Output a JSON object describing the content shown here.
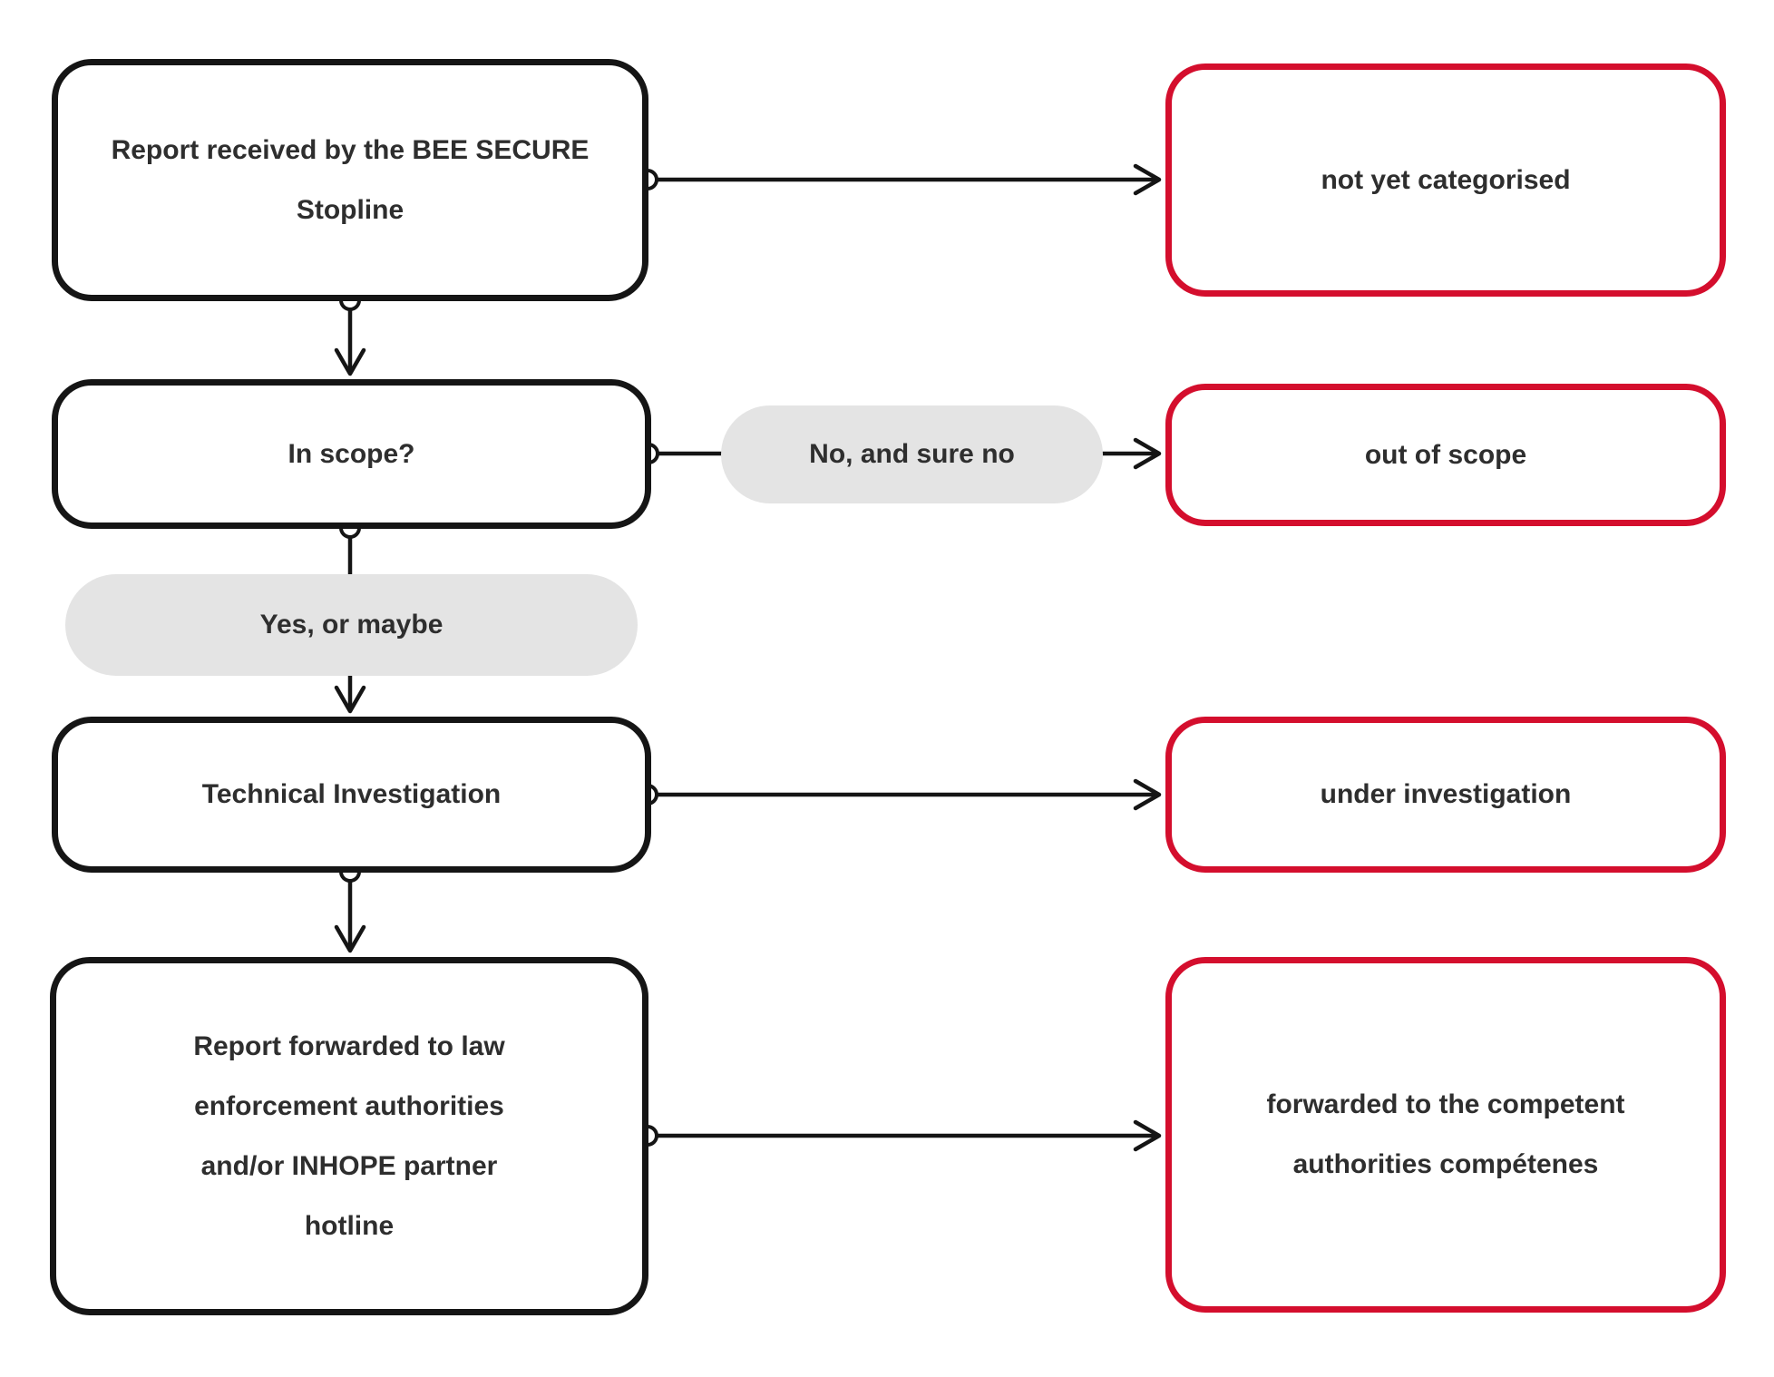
{
  "diagram": {
    "title_hint": "BEE SECURE Stopline report handling flowchart",
    "nodes": {
      "report_received": {
        "label": "Report received by the BEE SECURE\nStopline"
      },
      "not_yet_categorised": {
        "label": "not yet categorised"
      },
      "in_scope": {
        "label": "In scope?"
      },
      "no_and_sure_no": {
        "label": "No, and sure no"
      },
      "out_of_scope": {
        "label": "out of scope"
      },
      "yes_or_maybe": {
        "label": "Yes, or maybe"
      },
      "technical_investigation": {
        "label": "Technical Investigation"
      },
      "under_investigation": {
        "label": "under investigation"
      },
      "report_forwarded": {
        "label": "Report forwarded to law\nenforcement authorities\nand/or INHOPE partner\nhotline"
      },
      "forwarded_competent": {
        "label": "forwarded to the competent\nauthorities compétenes"
      }
    },
    "edges": [
      {
        "from": "report_received",
        "to": "not_yet_categorised"
      },
      {
        "from": "report_received",
        "to": "in_scope"
      },
      {
        "from": "in_scope",
        "to": "no_and_sure_no"
      },
      {
        "from": "no_and_sure_no",
        "to": "out_of_scope"
      },
      {
        "from": "in_scope",
        "to": "yes_or_maybe"
      },
      {
        "from": "yes_or_maybe",
        "to": "technical_investigation"
      },
      {
        "from": "technical_investigation",
        "to": "under_investigation"
      },
      {
        "from": "technical_investigation",
        "to": "report_forwarded"
      },
      {
        "from": "report_forwarded",
        "to": "forwarded_competent"
      }
    ],
    "colors": {
      "node_border_black": "#151515",
      "node_border_red": "#d40e2d",
      "edge_label_pill_gray": "#e4e4e4",
      "text": "#2e2e2e",
      "background": "#ffffff"
    }
  }
}
